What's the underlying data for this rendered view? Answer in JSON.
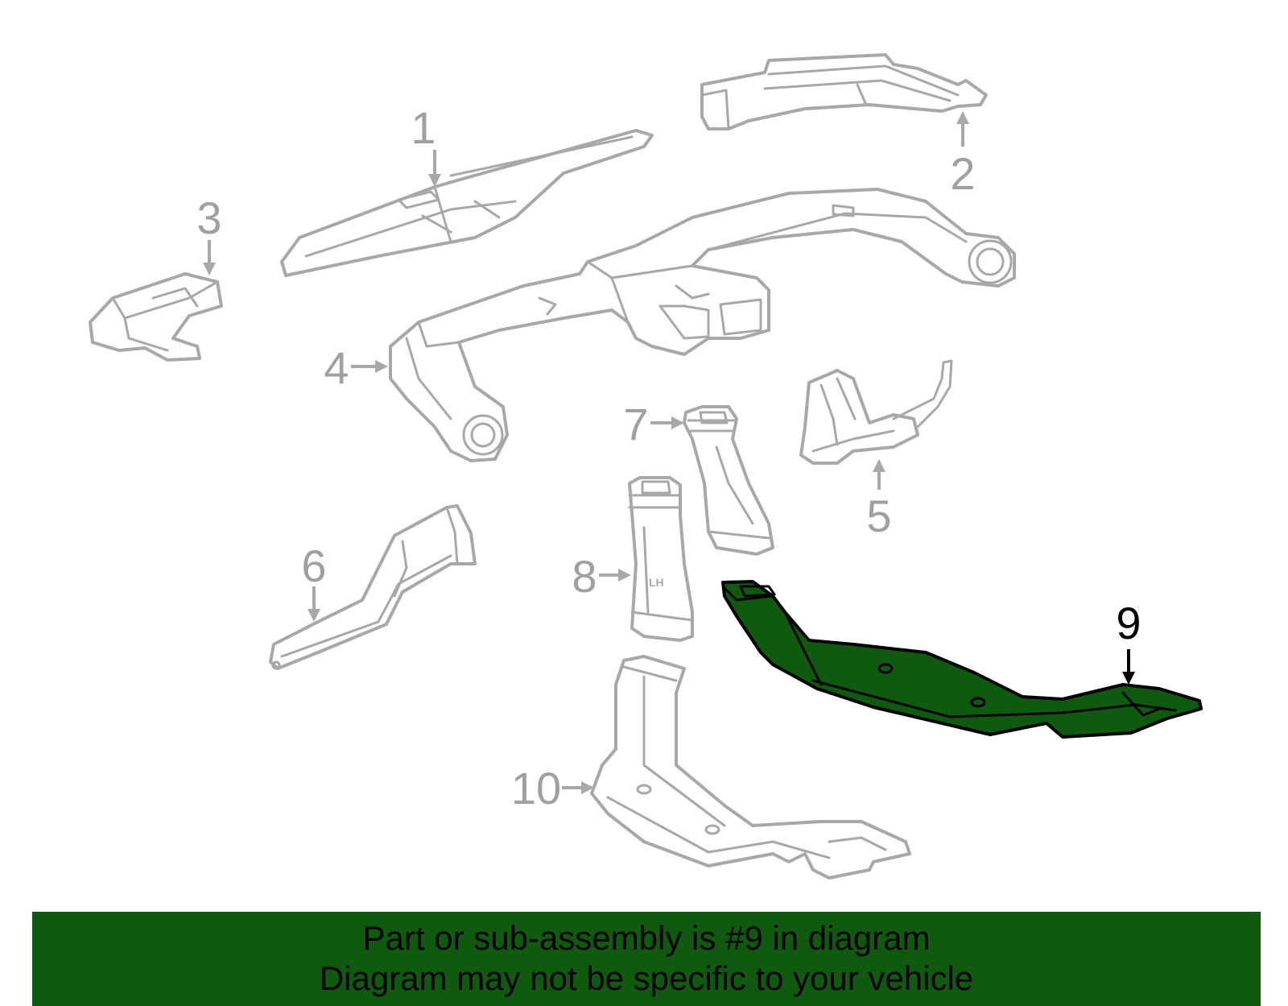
{
  "diagram": {
    "highlight_color": "#0f5a0f",
    "part_stroke_color": "#a8a8a8",
    "callouts": [
      "1",
      "2",
      "3",
      "4",
      "5",
      "6",
      "7",
      "8",
      "9",
      "10"
    ],
    "highlighted_callout": "9",
    "part_8_marking": "LH"
  },
  "banner": {
    "line1": "Part or sub-assembly is #9 in diagram",
    "line2": "Diagram may not be specific to your vehicle"
  }
}
